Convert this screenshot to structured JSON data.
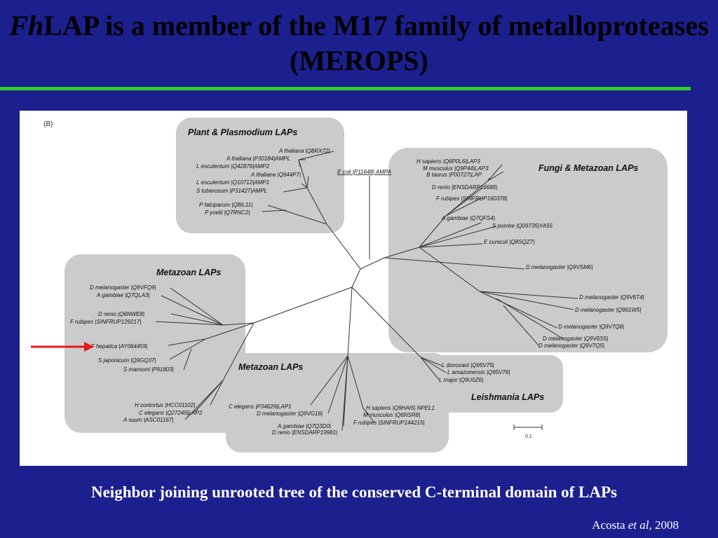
{
  "slide": {
    "title_italic": "Fh",
    "title_rest": "LAP is a member of the M17 family of metalloproteases (MEROPS)",
    "caption": "Neighbor joining unrooted tree of the conserved C-terminal domain of LAPs",
    "credit_author": "Acosta ",
    "credit_etal": "et al",
    "credit_year": ", 2008"
  },
  "figure": {
    "panel_label": "(B)",
    "scale_label": "0.1",
    "groups": {
      "plant": "Plant & Plasmodium LAPs",
      "fungi": "Fungi & Metazoan LAPs",
      "metazoan1": "Metazoan LAPs",
      "metazoan2": "Metazoan LAPs",
      "leish": "Leishmania LAPs"
    },
    "leaves": {
      "plant": [
        "A thaliana |Q8RX72|",
        "A thaliana |P30184|AMPL",
        "L esculentum |Q42876|AMP2",
        "A thaliana |Q944P7|",
        "L esculentum |Q10712|AMP1",
        "S tuberosum |P31427|AMPL",
        "P falciparum |Q8IL11|",
        "P yoelii |Q7RNC2|"
      ],
      "ecoli": "E coli |P11648| AMPA",
      "fungi": [
        "H sapiens |Q6P0L6|LAP3",
        "M musculus |Q9P44|LAP3",
        "B taurus |P00727|LAP",
        "D renio |ENSDARP16686|",
        "F rubipes |SINFRUP160378|",
        "A gambiae |Q7QFS4|",
        "S pombe |Q09735|YA55",
        "E cuniculi |Q8SQZ7|",
        "D melanogaster |Q9VSM6|",
        "D melanogaster |Q9V6T4|",
        "D melanogaster |Q961W5|",
        "D melanogaster |Q9V7Q8|",
        "D melanogaster |Q9V6S5|",
        "D melanogaster |Q9V7Q5|"
      ],
      "metazoan1": [
        "D melanogaster |Q9VFQ9|",
        "A gambiae |Q7QLA3|",
        "D renio |Q6NWE8|",
        "F rubipes |SINFRUP129217|",
        "F hepatica |AY064459|",
        "S japonicum |Q9GQ37|",
        "S mansoni |P91803|",
        "H contortus |HCC01102|",
        "C elegans |Q27245|LAP2",
        "A suum |ASC01167|"
      ],
      "metazoan2": [
        "C elegans |P34629|LAP1",
        "D melanogaster |Q9VG16|",
        "H sapiens |Q9HAI5| NPEL1",
        "M musculus |Q6NSR8|",
        "F rubipes |SINFRUP144215|",
        "A gambiae |Q7Q3D0|",
        "D renio |ENSDARP19981|"
      ],
      "leish": [
        "L donovani |Q95V75|",
        "L amazonensis |Q95V76|",
        "L major |Q9U0Z6|"
      ]
    }
  },
  "colors": {
    "background": "#1c1f8e",
    "divider": "#2bd12b",
    "arrow": "#e8161e",
    "group_box": "#cbcbcb"
  }
}
